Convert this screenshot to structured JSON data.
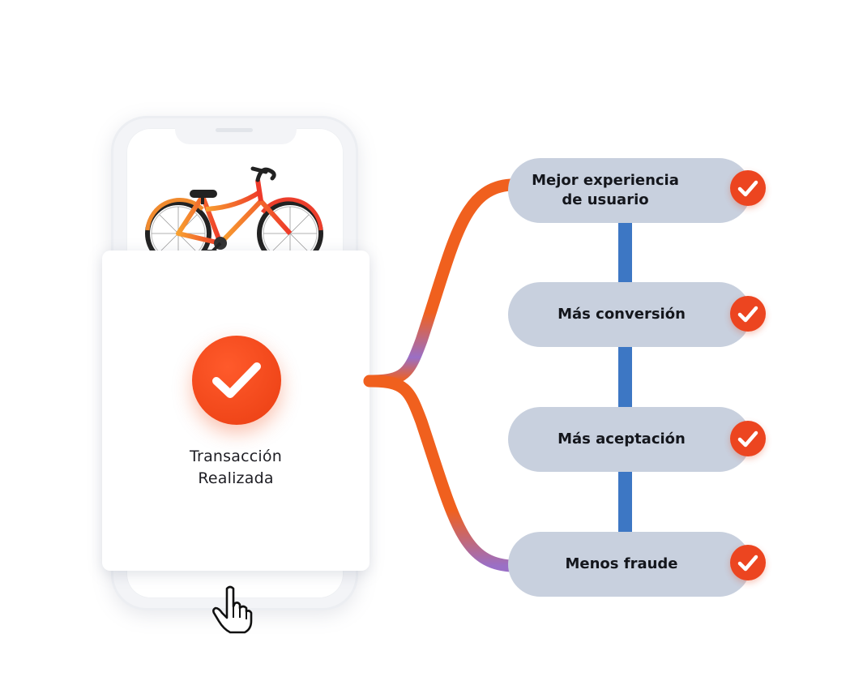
{
  "card": {
    "status_line1": "Transacción",
    "status_line2": "Realizada"
  },
  "icons": {
    "product": "bicycle-icon",
    "success": "checkmark-icon",
    "pointer": "hand-pointer-icon"
  },
  "benefits": [
    {
      "label_line1": "Mejor experiencia",
      "label_line2": "de usuario"
    },
    {
      "label_line1": "Más conversión",
      "label_line2": ""
    },
    {
      "label_line1": "Más aceptación",
      "label_line2": ""
    },
    {
      "label_line1": "Menos fraude",
      "label_line2": ""
    }
  ],
  "colors": {
    "accent": "#ec4520",
    "pill": "#c8d0de",
    "connector_orange": "#f0601e",
    "connector_purple": "#9a6fc6",
    "vertical_bar": "#3d77c4"
  }
}
